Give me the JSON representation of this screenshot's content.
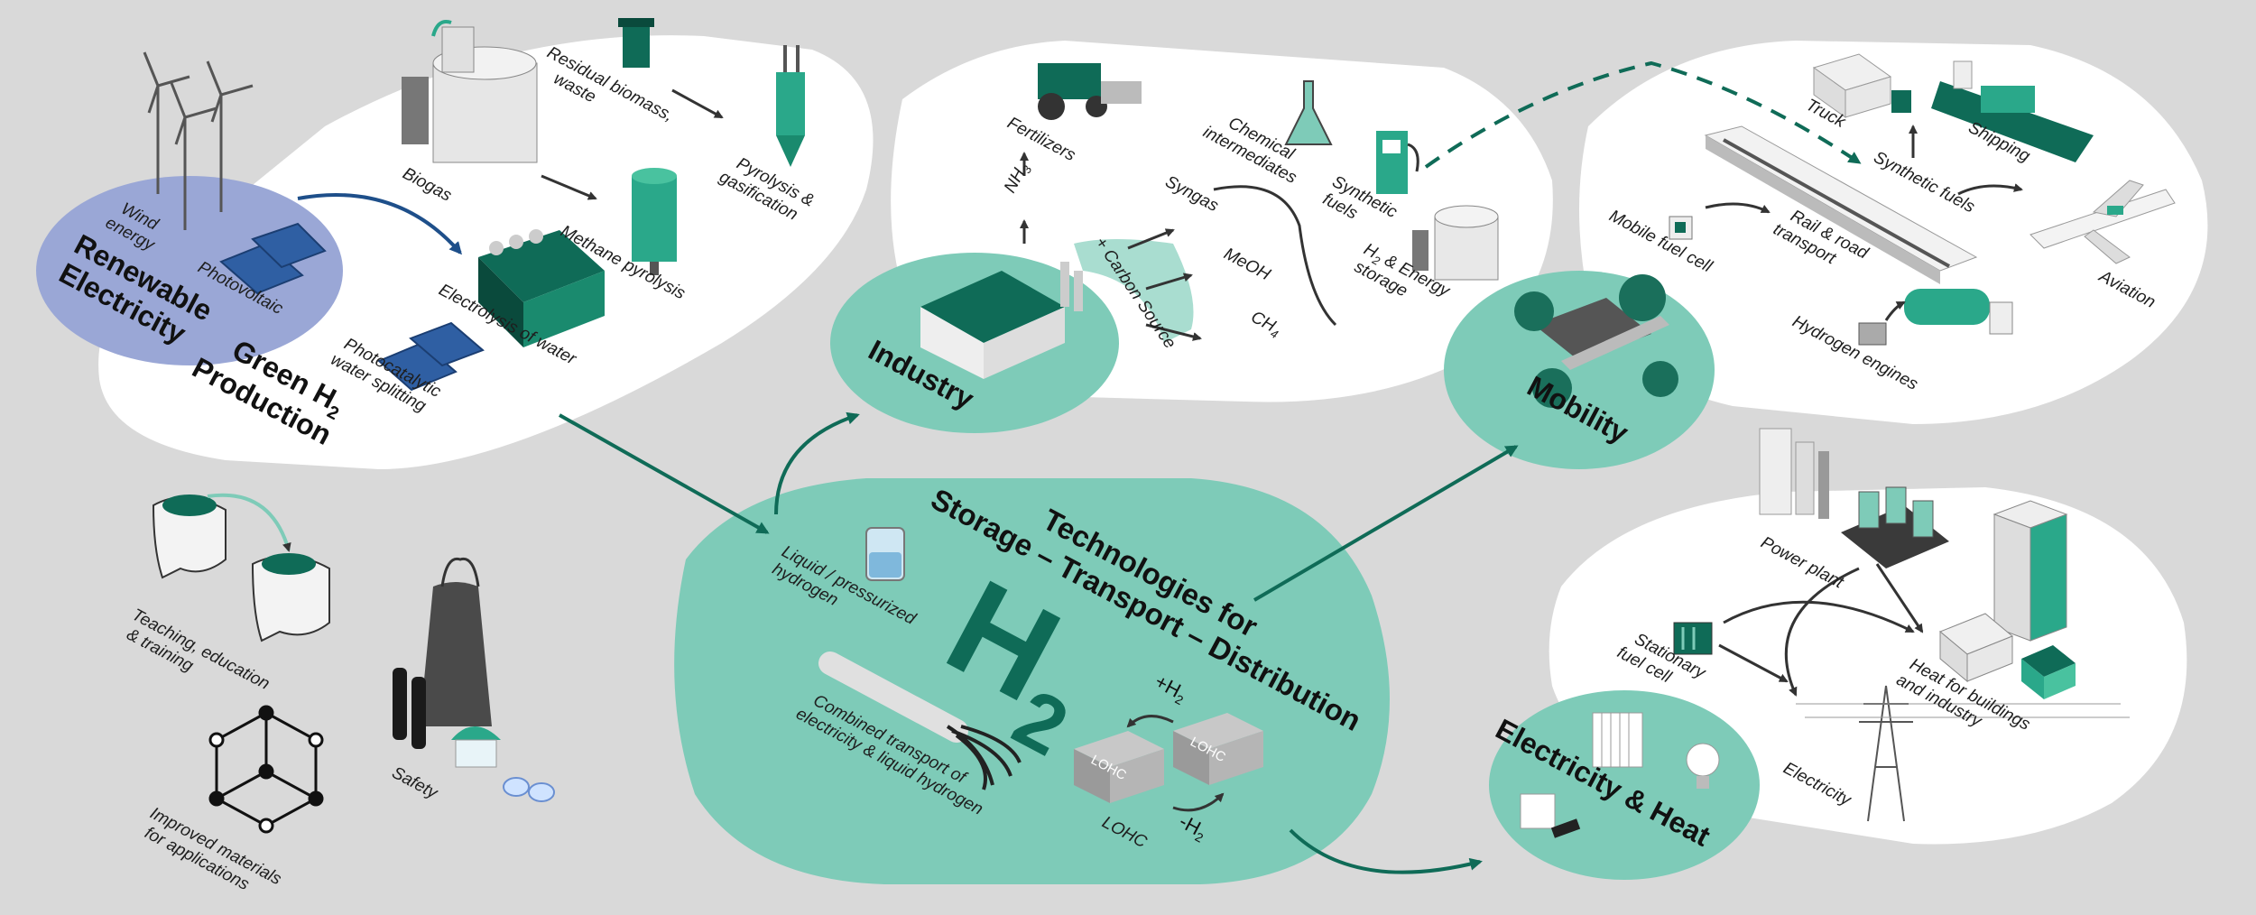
{
  "hubs": {
    "renewable": [
      "Renewable",
      "Electricity"
    ],
    "green_h2": [
      "Green H",
      "2",
      "Production"
    ],
    "industry": "Industry",
    "storage": [
      "Technologies for",
      "Storage – Transport – Distribution"
    ],
    "mobility": "Mobility",
    "electricity_heat": "Electricity & Heat"
  },
  "renewable_sources": {
    "wind": [
      "Wind",
      "energy"
    ],
    "photovoltaic": "Photovoltaic"
  },
  "production_methods": {
    "biogas": "Biogas",
    "residual_biomass": [
      "Residual biomass,",
      "waste"
    ],
    "pyrolysis": [
      "Pyrolysis &",
      "gasification"
    ],
    "methane_pyrolysis": "Methane pyrolysis",
    "electrolysis": "Electrolysis of water",
    "photocatalytic": [
      "Photocatalytic",
      "water splitting"
    ]
  },
  "industry_items": {
    "fertilizers": "Fertilizers",
    "nh3": [
      "NH",
      "3"
    ],
    "syngas": "Syngas",
    "meoh": "MeOH",
    "ch4": [
      "CH",
      "4"
    ],
    "carbon_source": "+ Carbon Source",
    "chemical_intermediates": [
      "Chemical",
      "intermediates"
    ],
    "synthetic_fuels": [
      "Synthetic",
      "fuels"
    ],
    "energy_storage": [
      "H",
      "2",
      " & Energy",
      "storage"
    ]
  },
  "mobility_items": {
    "truck": "Truck",
    "shipping": "Shipping",
    "synthetic_fuels": "Synthetic fuels",
    "mobile_fuel_cell": "Mobile fuel cell",
    "rail_road": [
      "Rail & road",
      "transport"
    ],
    "aviation": "Aviation",
    "hydrogen_engines": "Hydrogen engines"
  },
  "storage_items": {
    "liquid": [
      "Liquid / pressurized",
      "hydrogen"
    ],
    "combined": [
      "Combined transport of",
      "electricity & liquid hydrogen"
    ],
    "lohc": "LOHC",
    "lohc_box": "LOHC",
    "plus_h2": [
      "+H",
      "2"
    ],
    "minus_h2": [
      "-H",
      "2"
    ],
    "h2_big": [
      "H",
      "2"
    ]
  },
  "power_items": {
    "power_plant": "Power plant",
    "stationary": [
      "Stationary",
      "fuel cell"
    ],
    "heat": [
      "Heat for buildings",
      "and industry"
    ],
    "electricity": "Electricity"
  },
  "side_topics": {
    "teaching": [
      "Teaching, education",
      "& training"
    ],
    "materials": [
      "Improved materials",
      "for applications"
    ],
    "safety": "Safety"
  },
  "colors": {
    "background": "#d9d9d9",
    "teal_light": "#7ecbb8",
    "teal_dark": "#0f6b57",
    "teal_mid": "#2aa88a",
    "blue_hub": "#9aa7d6",
    "arrow_blue": "#1e4f8a"
  }
}
